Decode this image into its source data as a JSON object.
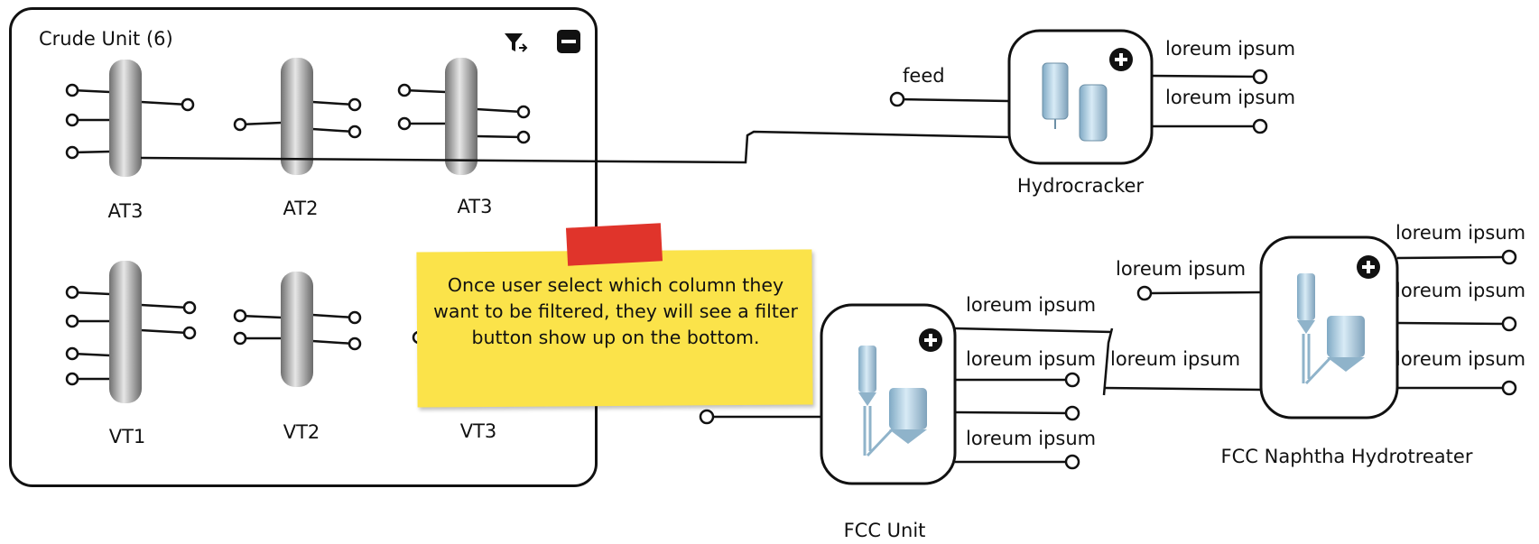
{
  "crude_unit": {
    "title": "Crude Unit (6)",
    "filter_icon": "filter-icon",
    "collapse_icon": "minus-square-icon",
    "columns": [
      {
        "label": "AT3"
      },
      {
        "label": "AT2"
      },
      {
        "label": "AT3"
      },
      {
        "label": "VT1"
      },
      {
        "label": "VT2"
      },
      {
        "label": "VT3"
      }
    ]
  },
  "hydrocracker": {
    "name": "Hydrocracker",
    "inputs": [
      "feed"
    ],
    "outputs": [
      "loreum ipsum",
      "loreum ipsum"
    ],
    "expand_icon": "plus-circle-icon"
  },
  "fcc_unit": {
    "name": "FCC Unit",
    "outputs": [
      "loreum ipsum",
      "loreum ipsum",
      "loreum ipsum"
    ],
    "expand_icon": "plus-circle-icon"
  },
  "fcc_naphtha": {
    "name": "FCC Naphtha Hydrotreater",
    "inputs": [
      "loreum ipsum",
      "loreum ipsum"
    ],
    "outputs": [
      "loreum ipsum",
      "loreum ipsum",
      "loreum ipsum"
    ],
    "expand_icon": "plus-circle-icon"
  },
  "sticky_note": {
    "text": "Once user select which column they want to be filtered, they will see a filter button show up on the bottom."
  },
  "colors": {
    "note_yellow": "#fbe34a",
    "note_tape": "#e0342b",
    "vessel_blue": "#a9cbe0",
    "column_gray": "#9a9a9a"
  }
}
